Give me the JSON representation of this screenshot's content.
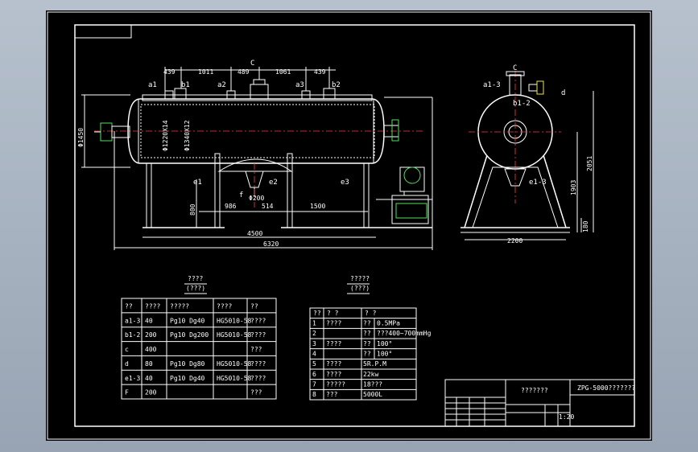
{
  "drawing": {
    "front_dims": {
      "top": [
        "439",
        "1011",
        "489",
        "1061",
        "439"
      ],
      "top_c": "C",
      "nozzles": [
        "a1",
        "b1",
        "a2",
        "a3",
        "b2"
      ],
      "bottom": [
        "986",
        "514",
        "1500"
      ],
      "overall_inner": "4500",
      "overall": "6320",
      "left_vert": "Φ1450",
      "inner_vert_a": "Φ1220X14",
      "inner_vert_b": "Φ1340X12",
      "small_vert": "800",
      "e_labels": [
        "e1",
        "e2",
        "e3"
      ],
      "f_label": "f",
      "f_dim": "Φ200"
    },
    "side_view": {
      "c": "C",
      "a": "a1-3",
      "b": "b1-2",
      "d": "d",
      "e": "e1-3",
      "h1": "1903",
      "h2": "2051",
      "h3": "180",
      "width": "2200"
    }
  },
  "nozzle_table": {
    "title": "????",
    "subtitle": "(???)",
    "headers": [
      "??",
      "????",
      "?????",
      "????",
      "??"
    ],
    "rows": [
      [
        "a1-3",
        "40",
        "Pg10  Dg40",
        "HG5010-58",
        "????"
      ],
      [
        "b1-2",
        "200",
        "Pg10  Dg200",
        "HG5010-58",
        "????"
      ],
      [
        "c",
        "400",
        "",
        "",
        "???"
      ],
      [
        "d",
        "80",
        "Pg10  Dg80",
        "HG5010-58",
        "????"
      ],
      [
        "e1-3",
        "40",
        "Pg10  Dg40",
        "HG5010-58",
        "????"
      ],
      [
        "F",
        "200",
        "",
        "",
        "???"
      ]
    ]
  },
  "spec_table": {
    "title": "?????",
    "subtitle": "(???)",
    "headers": [
      "??",
      "?  ?",
      "?     ?"
    ],
    "rows": [
      [
        "1",
        "????",
        "??",
        "0.5MPa"
      ],
      [
        "2",
        "",
        "??",
        "???400~700mmHg"
      ],
      [
        "3",
        "????",
        "??",
        "100°"
      ],
      [
        "4",
        "",
        "??",
        "100°"
      ],
      [
        "5",
        "????",
        "",
        "5R.P.M"
      ],
      [
        "6",
        "????",
        "",
        "22kw"
      ],
      [
        "7",
        "?????",
        "",
        "18???"
      ],
      [
        "8",
        "???",
        "",
        "5000L"
      ]
    ]
  },
  "title_block": {
    "name_left": "???????",
    "name_right": "ZPG-5000???????",
    "scale": "1:20"
  }
}
